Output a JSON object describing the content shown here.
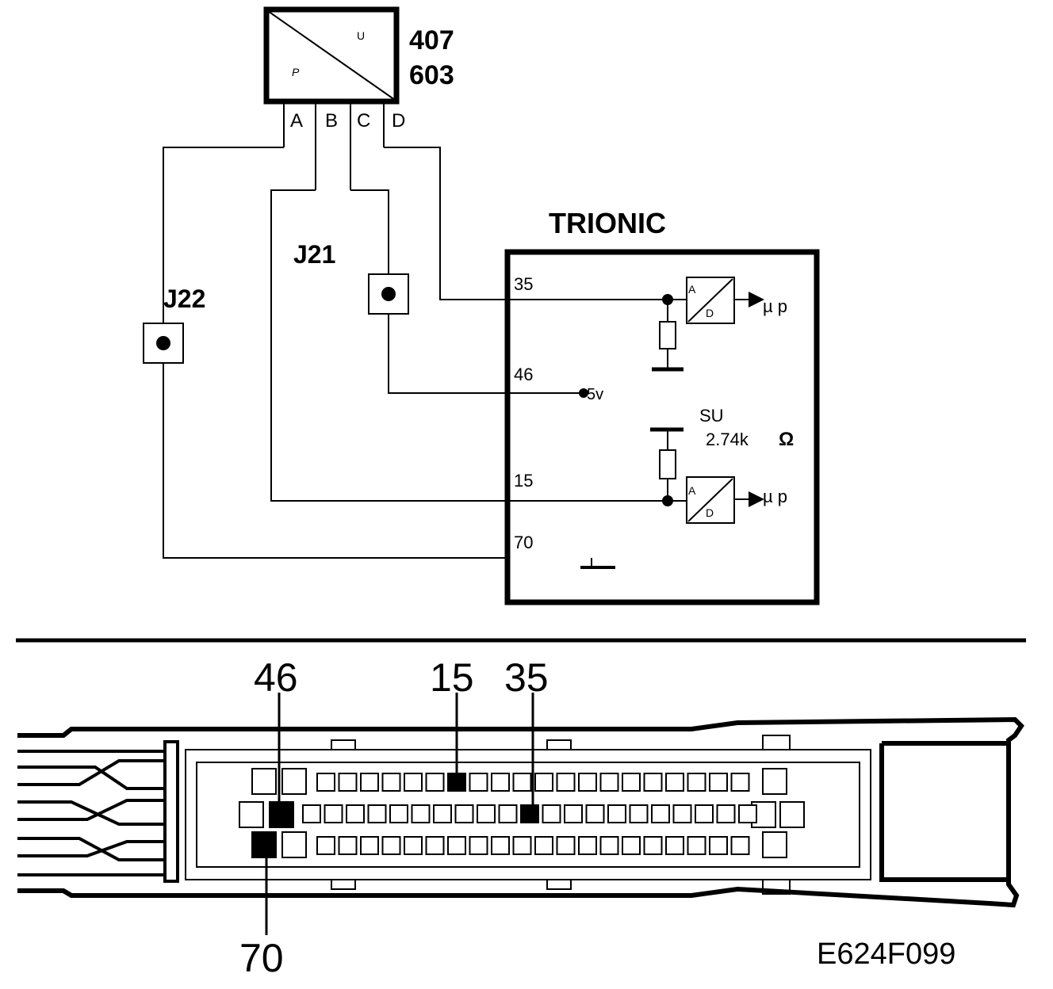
{
  "sensor": {
    "label_top": "407",
    "label_bottom": "603",
    "corner_u": "U",
    "corner_p": "P",
    "pins": [
      "A",
      "B",
      "C",
      "D"
    ]
  },
  "junctions": {
    "j21": "J21",
    "j22": "J22"
  },
  "ecu": {
    "title": "TRIONIC",
    "pin_35": "35",
    "pin_46": "46",
    "pin_15": "15",
    "pin_70": "70",
    "supply": "5v",
    "ad_a": "A",
    "ad_d": "D",
    "mu_p": "µ p",
    "su_label": "SU",
    "su_value": "2.74k",
    "ohm": "Ω"
  },
  "connector": {
    "callout_46": "46",
    "callout_15": "15",
    "callout_35": "35",
    "callout_70": "70"
  },
  "figure_id": "E624F099"
}
